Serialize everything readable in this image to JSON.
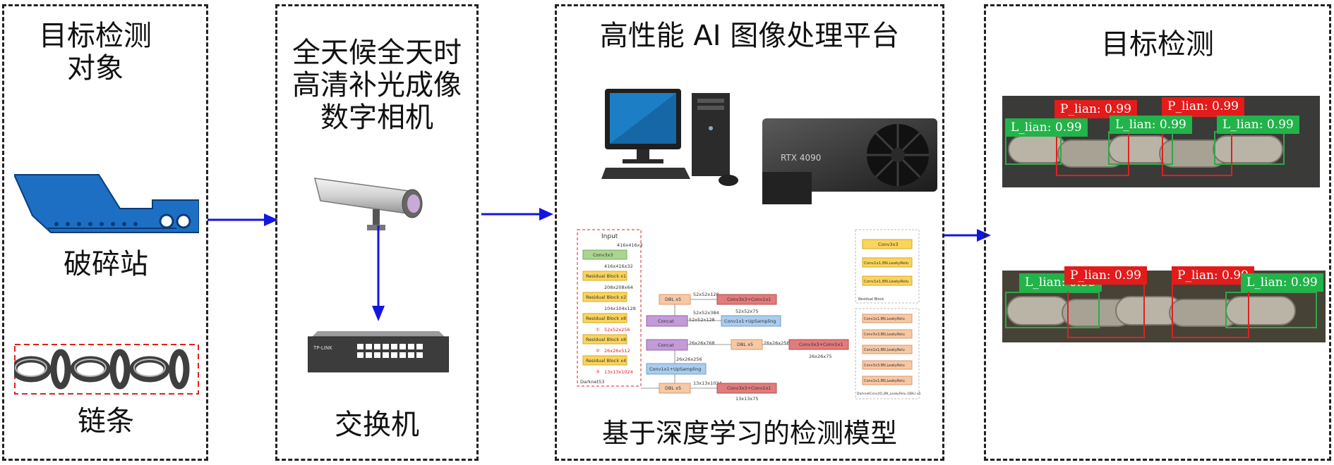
{
  "panel1": {
    "title": "目标检测\n对象",
    "crusher_label": "破碎站",
    "chain_label": "链条"
  },
  "panel2": {
    "title": "全天候全天时\n高清补光成像\n数字相机",
    "switch_label": "交换机",
    "switch_brand": "TP-LINK"
  },
  "panel3": {
    "title": "高性能 AI 图像处理平台",
    "gpu_label": "RTX 4090",
    "model_caption": "基于深度学习的检测模型",
    "network": {
      "input": "Input",
      "dims": [
        "416x416x3",
        "416x416x32",
        "208x208x64",
        "104x104x128",
        "52x52x256",
        "26x26x512",
        "13x13x1024"
      ],
      "backbone": [
        "Conv3x3",
        "Residual Block  x1",
        "Residual Block  x2",
        "Residual Block  x8",
        "Residual Block  x8",
        "Residual Block  x4"
      ],
      "backbone_name": "Darknet53",
      "dbl": "DBL  x5",
      "concat": "Concat",
      "upsample": "Conv1x1+UpSampling",
      "head": "Conv3x3+Conv1x1",
      "outputs": [
        "52x52x75",
        "26x26x75",
        "13x13x75"
      ],
      "mid_dims": [
        "52x52x128",
        "52x52x384",
        "52x52x128",
        "26x26x768",
        "26x26x256",
        "26x26x256",
        "13x13x1024"
      ],
      "res_block": [
        "Conv3x3",
        "Conv1x1,BN,LeakyRelu",
        "Conv1x1,BN,LeakyRelu"
      ],
      "res_block_name": "Residual Block",
      "dbl_items": [
        "Conv1x1,BN,LeakyRelu",
        "Conv3x3,BN,LeakyRelu",
        "Conv1x1,BN,LeakyRelu",
        "Conv3x3,BN,LeakyRelu",
        "Conv1x1,BN,LeakyRelu"
      ],
      "dbl_name": "DarknetConv2D_BN_LeakyRelu (DBL) x5",
      "markers": [
        "①",
        "②",
        "③"
      ]
    }
  },
  "panel4": {
    "title": "目标检测",
    "top_labels": {
      "p1": "P_lian: 0.99",
      "p2": "P_lian: 0.99",
      "l1": "L_lian: 0.99",
      "l2": "L_lian: 0.99",
      "l3": "L_lian: 0.99"
    },
    "bottom_labels": {
      "l1": "L_lian: 0.99",
      "p1": "P_lian: 0.99",
      "p2": "P_lian: 0.99",
      "l2": "L_lian: 0.99"
    }
  },
  "colors": {
    "arrow": "#1515e0",
    "crusher": "#1d6fc4",
    "green_label": "#22b34a",
    "red_label": "#e41b1b"
  }
}
